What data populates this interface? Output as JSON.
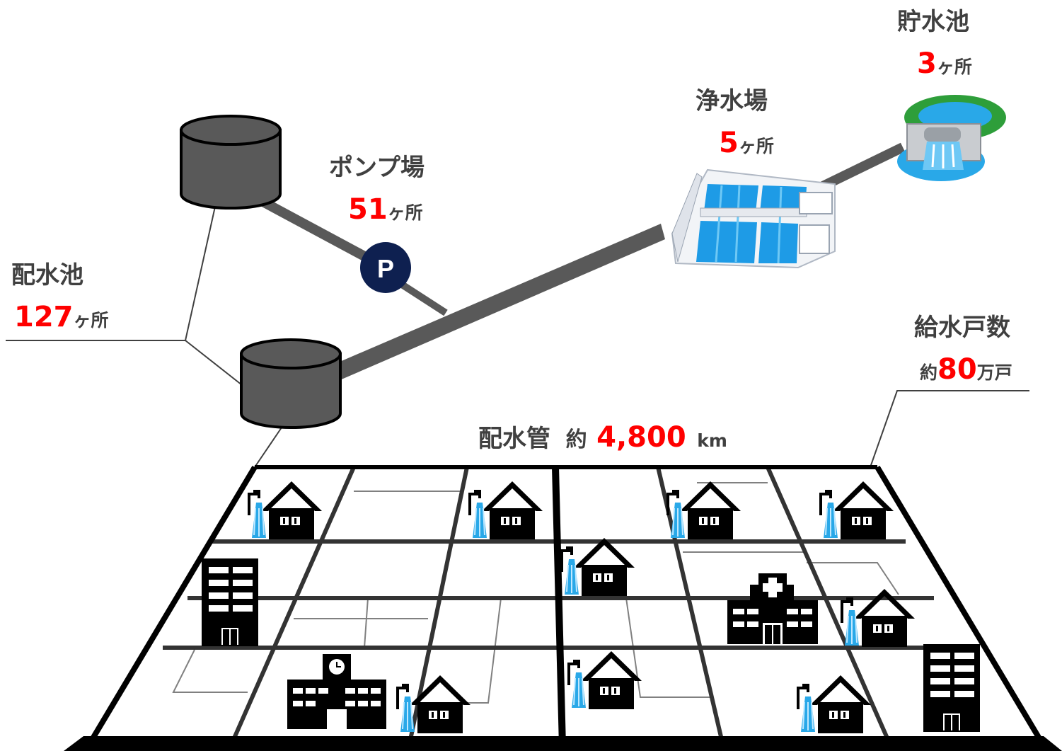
{
  "labels": {
    "reservoir": {
      "title": "貯水池",
      "count": "3",
      "unit": "ヶ所"
    },
    "purification": {
      "title": "浄水場",
      "count": "5",
      "unit": "ヶ所"
    },
    "pump": {
      "title": "ポンプ場",
      "count": "51",
      "unit": "ヶ所"
    },
    "distribution_tank": {
      "title": "配水池",
      "count": "127",
      "unit": "ヶ所"
    },
    "households": {
      "title": "給水戸数",
      "prefix": "約",
      "count": "80",
      "unit": "万戸"
    },
    "pipes": {
      "title": "配水管",
      "prefix": "約",
      "count": "4,800",
      "unit": "km"
    }
  },
  "pump_icon_letter": "P",
  "icons": {
    "house": "house-with-faucet-icon",
    "building": "office-building-icon",
    "hospital": "hospital-icon",
    "school": "school-icon",
    "tank": "water-tank-icon",
    "plant": "purification-plant-icon",
    "dam": "reservoir-dam-icon"
  },
  "colors": {
    "count": "#ff0000",
    "text": "#404040",
    "pump": "#0e2050",
    "tank": "#595959",
    "water": "#1e9be6"
  }
}
